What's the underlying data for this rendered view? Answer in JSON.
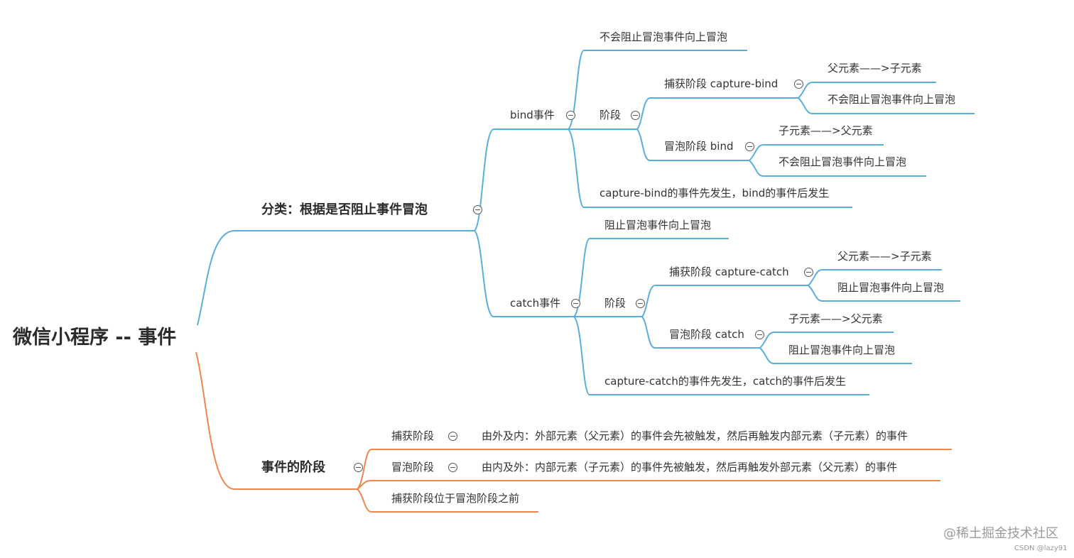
{
  "title": "微信小程序 -- 事件",
  "colors": {
    "blue_branch": "#5aaedc",
    "orange_branch": "#f0854d"
  },
  "classification": {
    "label": "分类：根据是否阻止事件冒泡",
    "bind": {
      "label": "bind事件",
      "note": "不会阻止冒泡事件向上冒泡",
      "phase": {
        "label": "阶段",
        "capture": {
          "label": "捕获阶段  capture-bind",
          "items": [
            "父元素——>子元素",
            "不会阻止冒泡事件向上冒泡"
          ]
        },
        "bubble": {
          "label": "冒泡阶段 bind",
          "items": [
            "子元素——>父元素",
            "不会阻止冒泡事件向上冒泡"
          ]
        }
      },
      "order": "capture-bind的事件先发生，bind的事件后发生"
    },
    "catch": {
      "label": "catch事件",
      "note": "阻止冒泡事件向上冒泡",
      "phase": {
        "label": "阶段",
        "capture": {
          "label": "捕获阶段  capture-catch",
          "items": [
            "父元素——>子元素",
            "阻止冒泡事件向上冒泡"
          ]
        },
        "bubble": {
          "label": "冒泡阶段 catch",
          "items": [
            "子元素——>父元素",
            "阻止冒泡事件向上冒泡"
          ]
        }
      },
      "order": "capture-catch的事件先发生，catch的事件后发生"
    }
  },
  "stages": {
    "label": "事件的阶段",
    "capture": {
      "label": "捕获阶段",
      "desc": "由外及内：外部元素（父元素）的事件会先被触发，然后再触发内部元素（子元素）的事件"
    },
    "bubble": {
      "label": "冒泡阶段",
      "desc": "由内及外：内部元素（子元素）的事件先被触发，然后再触发外部元素（父元素）的事件"
    },
    "order": "捕获阶段位于冒泡阶段之前"
  },
  "watermark": {
    "site": "@稀土掘金技术社区",
    "credit": "CSDN @lazy91"
  }
}
